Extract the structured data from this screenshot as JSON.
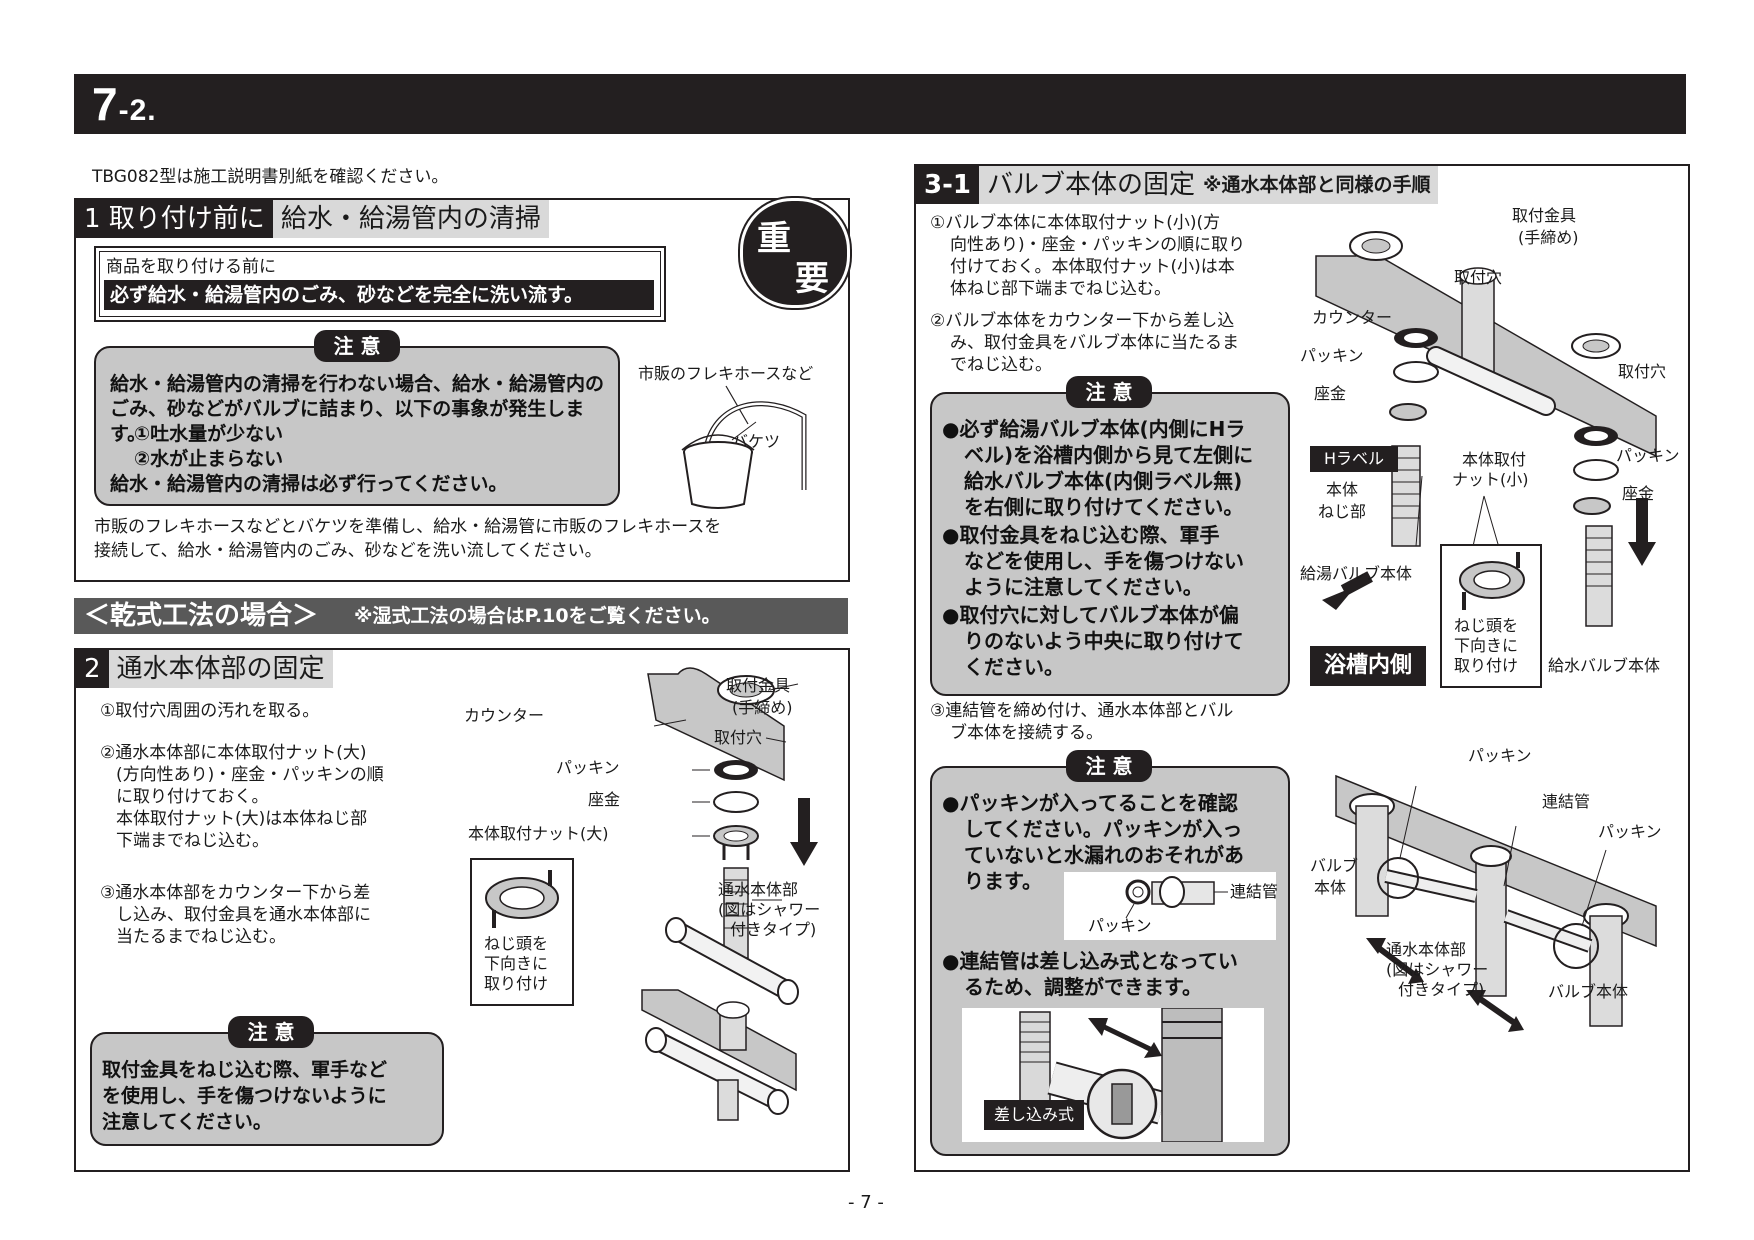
{
  "header": {
    "number_main": "7",
    "number_sub": "-2."
  },
  "intro": "TBG082型は施工説明書別紙を確認ください。",
  "section1": {
    "num": "1 取り付け前に",
    "label": "給水・給湯管内の清掃",
    "important": [
      "重",
      "要"
    ],
    "notice_line1": "商品を取り付ける前に",
    "notice_line2": "必ず給水・給湯管内のごみ、砂などを完全に洗い流す。",
    "caution_tag": "注 意",
    "caution_lines": [
      "給水・給湯管内の清掃を行わない場合、給水・給湯管内の",
      "ごみ、砂などがバルブに詰まり、以下の事象が発生します。",
      "①吐水量が少ない",
      "②水が止まらない",
      "給水・給湯管内の清掃は必ず行ってください。"
    ],
    "label_hose": "市販のフレキホースなど",
    "label_bucket": "バケツ",
    "body_lines": [
      "市販のフレキホースなどとバケツを準備し、給水・給湯管に市販のフレキホースを",
      "接続して、給水・給湯管内のごみ、砂などを洗い流してください。"
    ]
  },
  "dry_banner": {
    "main": "＜乾式工法の場合＞",
    "sub": "※湿式工法の場合はP.10をご覧ください。"
  },
  "section2": {
    "num": "2",
    "label": "通水本体部の固定",
    "steps": [
      "①取付穴周囲の汚れを取る。",
      "②通水本体部に本体取付ナット(大)",
      "(方向性あり)・座金・パッキンの順",
      "に取り付けておく。",
      "本体取付ナット(大)は本体ねじ部",
      "下端までねじ込む。",
      "③通水本体部をカウンター下から差",
      "し込み、取付金具を通水本体部に",
      "当たるまでねじ込む。"
    ],
    "labels": {
      "bracket": [
        "取付金具",
        "(手締め)"
      ],
      "counter": "カウンター",
      "hole": "取付穴",
      "packing": "パッキン",
      "washer": "座金",
      "nut": "本体取付ナット(大)",
      "body": [
        "通水本体部",
        "(図はシャワー",
        "付きタイプ)"
      ],
      "screw": [
        "ねじ頭を",
        "下向きに",
        "取り付け"
      ]
    },
    "caution_tag": "注 意",
    "caution_lines": [
      "取付金具をねじ込む際、軍手など",
      "を使用し、手を傷つけないように",
      "注意してください。"
    ]
  },
  "section3": {
    "num": "3-1",
    "label": "バルブ本体の固定",
    "sub": "※通水本体部と同様の手順",
    "steps_a": [
      "①バルブ本体に本体取付ナット(小)(方",
      "向性あり)・座金・パッキンの順に取り",
      "付けておく。本体取付ナット(小)は本",
      "体ねじ部下端までねじ込む。",
      "②バルブ本体をカウンター下から差し込",
      "み、取付金具をバルブ本体に当たるま",
      "でねじ込む。"
    ],
    "caution_tag": "注 意",
    "caution1_lines": [
      "●必ず給湯バルブ本体(内側にHラ",
      "ベル)を浴槽内側から見て左側に",
      "給水バルブ本体(内側ラベル無)",
      "を右側に取り付けてください。",
      "●取付金具をねじ込む際、軍手",
      "などを使用し、手を傷つけない",
      "ように注意してください。",
      "●取付穴に対してバルブ本体が偏",
      "りのないよう中央に取り付けて",
      "ください。"
    ],
    "step3": [
      "③連結管を締め付け、通水本体部とバル",
      "ブ本体を接続する。"
    ],
    "caution2_lines_a": [
      "●パッキンが入ってることを確認",
      "してください。パッキンが入っ",
      "ていないと水漏れのおそれがあ",
      "ります。"
    ],
    "caution2_lines_b": [
      "●連結管は差し込み式となってい",
      "るため、調整ができます。"
    ],
    "inset_labels": {
      "packing": "パッキン",
      "pipe": "連結管",
      "insert": "差し込み式"
    },
    "labels": {
      "bracket": [
        "取付金具",
        "(手締め)"
      ],
      "hole1": "取付穴",
      "counter": "カウンター",
      "packing": "パッキン",
      "washer": "座金",
      "hole2": "取付穴",
      "h_label": "Hラベル",
      "body_screw": [
        "本体",
        "ねじ部"
      ],
      "nut": [
        "本体取付",
        "ナット(小)"
      ],
      "packing_r": "パッキン",
      "washer_r": "座金",
      "hot_valve": "給湯バルブ本体",
      "screw": [
        "ねじ頭を",
        "下向きに",
        "取り付け"
      ],
      "bath_inside": "浴槽内側",
      "cold_valve": "給水バルブ本体"
    },
    "labels2": {
      "packing1": "パッキン",
      "pipe": "連結管",
      "packing2": "パッキン",
      "valve_left": [
        "バルブ",
        "本体"
      ],
      "body": [
        "通水本体部",
        "(図はシャワー",
        "付きタイプ)"
      ],
      "valve_right": "バルブ本体"
    }
  },
  "footer": {
    "page": "- 7 -"
  }
}
